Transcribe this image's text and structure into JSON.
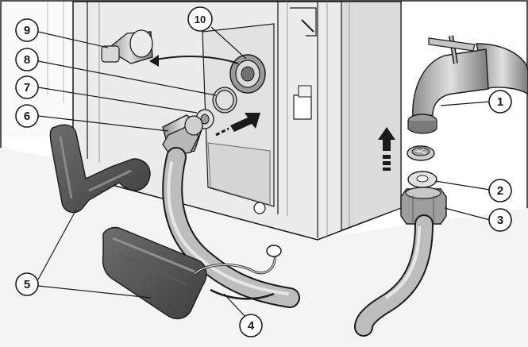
{
  "callouts": [
    {
      "id": "c1",
      "number": "1",
      "part": "water-tap"
    },
    {
      "id": "c2",
      "number": "2",
      "part": "sealing-washer"
    },
    {
      "id": "c3",
      "number": "3",
      "part": "hose-coupling-nut"
    },
    {
      "id": "c4",
      "number": "4",
      "part": "cable-tie"
    },
    {
      "id": "c5",
      "number": "5",
      "part": "hose-guard-clips"
    },
    {
      "id": "c6",
      "number": "6",
      "part": "hose-elbow-connector"
    },
    {
      "id": "c7",
      "number": "7",
      "part": "inlet-seal-ring"
    },
    {
      "id": "c8",
      "number": "8",
      "part": "valve-seal-ring"
    },
    {
      "id": "c9",
      "number": "9",
      "part": "removed-transport-cap"
    },
    {
      "id": "c10",
      "number": "10",
      "part": "water-inlet-valve"
    }
  ],
  "colors": {
    "line": "#1a1a1a",
    "appliance_face": "#e8e8e8",
    "appliance_shadow": "#c9c9c9",
    "floor": "#f2f2f2",
    "hose": "#b5b5b5",
    "dark_part": "#5a5a5a",
    "callout_fill": "#ffffff"
  }
}
